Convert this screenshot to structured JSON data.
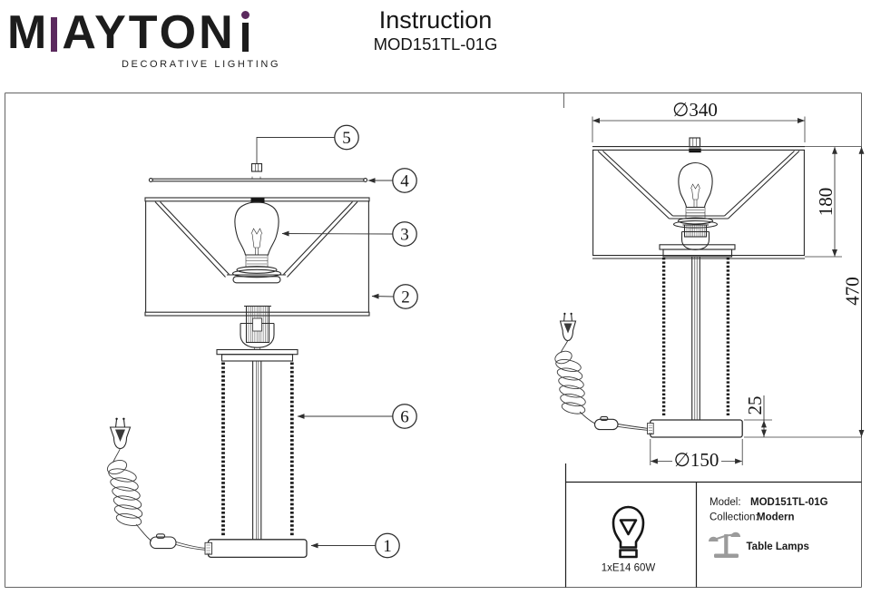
{
  "header": {
    "logo": {
      "part1": "M",
      "part2": "AYTON",
      "tagline": "DECORATIVE LIGHTING",
      "accent_color": "#5b2a5e",
      "text_color": "#1c1c1c"
    },
    "title": "Instruction",
    "model": "MOD151TL-01G"
  },
  "callouts": {
    "n1": "1",
    "n2": "2",
    "n3": "3",
    "n4": "4",
    "n5": "5",
    "n6": "6"
  },
  "dimensions": {
    "shade_diameter": "∅340",
    "shade_height": "180",
    "total_height": "470",
    "base_height": "25",
    "base_diameter": "∅150"
  },
  "info_box": {
    "bulb_spec": "1xE14 60W",
    "model_label": "Model:",
    "model_value": "MOD151TL-01G",
    "collection_label": "Collection:",
    "collection_value": "Modern",
    "category_label": "Table Lamps"
  }
}
